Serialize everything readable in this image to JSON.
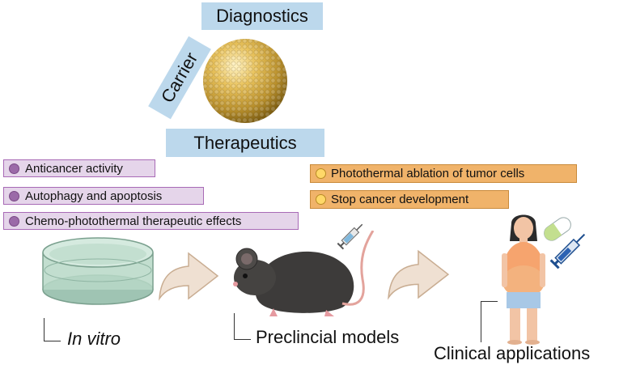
{
  "labels": {
    "diagnostics": "Diagnostics",
    "carrier": "Carrier",
    "therapeutics": "Therapeutics"
  },
  "in_vitro_effects": [
    "Anticancer activity",
    "Autophagy and apoptosis",
    "Chemo-photothermal therapeutic effects"
  ],
  "preclinical_effects": [
    "Photothermal ablation of tumor cells",
    "Stop cancer development"
  ],
  "stages": {
    "in_vitro": "In vitro",
    "preclinical": "Preclincial models",
    "clinical": "Clinical applications"
  },
  "colors": {
    "blue_label": "#bcd8ec",
    "purple_tag": "#e5d5ea",
    "orange_tag": "#f0b36a",
    "nanoparticle": "#d9b24a",
    "arrow": "#efe0d2"
  },
  "icons": [
    "nanoparticle-sphere",
    "petri-dish",
    "mouse",
    "syringe",
    "patient",
    "pill",
    "arrow-right"
  ]
}
